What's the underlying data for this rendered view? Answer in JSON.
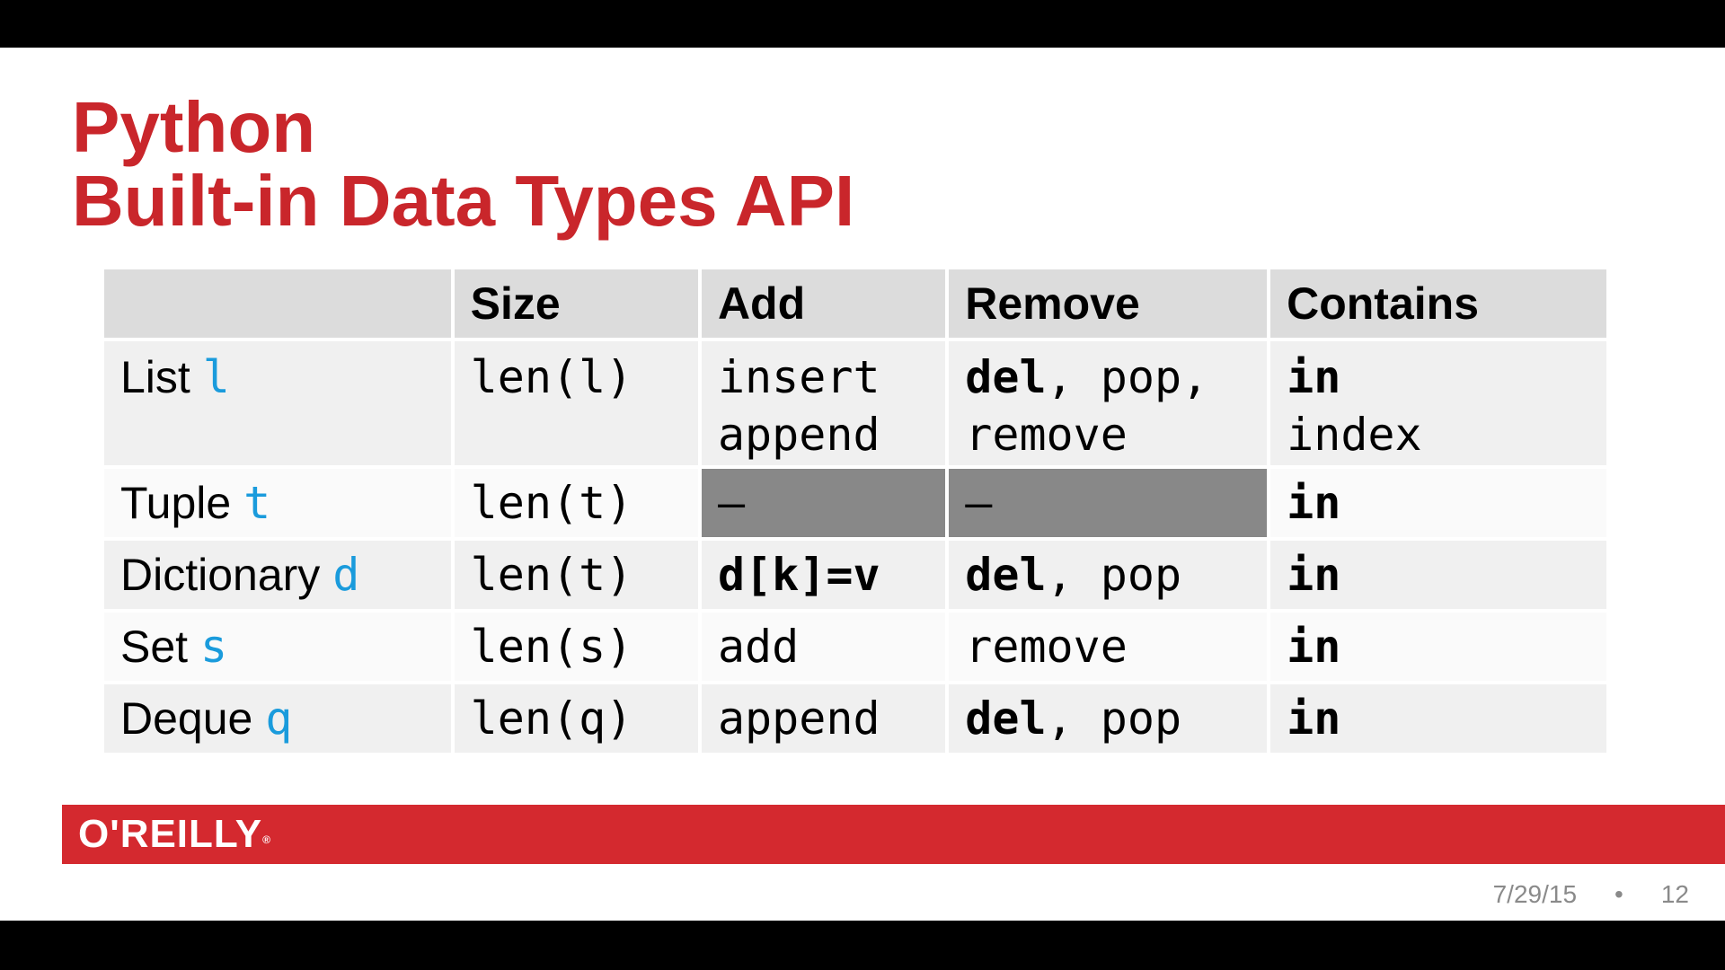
{
  "title": {
    "line1": "Python",
    "line2": "Built-in Data Types API"
  },
  "table": {
    "columns": [
      "",
      "Size",
      "Add",
      "Remove",
      "Contains"
    ],
    "rows": [
      {
        "name": "List",
        "var": "l",
        "size": "len(l)",
        "add": [
          "insert",
          "append"
        ],
        "remove_bold": "del",
        "remove_rest": ", pop,",
        "remove_line2": "remove",
        "contains_bold": "in",
        "contains_line2": "index"
      },
      {
        "name": "Tuple",
        "var": "t",
        "size": "len(t)",
        "add": "–",
        "remove": "–",
        "contains_bold": "in"
      },
      {
        "name": "Dictionary",
        "var": "d",
        "size": "len(t)",
        "add_bold": "d[k]=v",
        "remove_bold": "del",
        "remove_rest": ", pop",
        "contains_bold": "in"
      },
      {
        "name": "Set",
        "var": "s",
        "size": "len(s)",
        "add": "add",
        "remove": "remove",
        "contains_bold": "in"
      },
      {
        "name": "Deque",
        "var": "q",
        "size": "len(q)",
        "add": "append",
        "remove_bold": "del",
        "remove_rest": ", pop",
        "contains_bold": "in"
      }
    ]
  },
  "brand": {
    "logo": "O'REILLY",
    "registered": "®"
  },
  "footer": {
    "date": "7/29/15",
    "separator": "•",
    "page": "12"
  },
  "colors": {
    "title": "#c9262b",
    "brand_bar": "#d4292f",
    "variable": "#1a9bdc",
    "header_bg": "#dcdcdc",
    "na_cell": "#888888"
  }
}
